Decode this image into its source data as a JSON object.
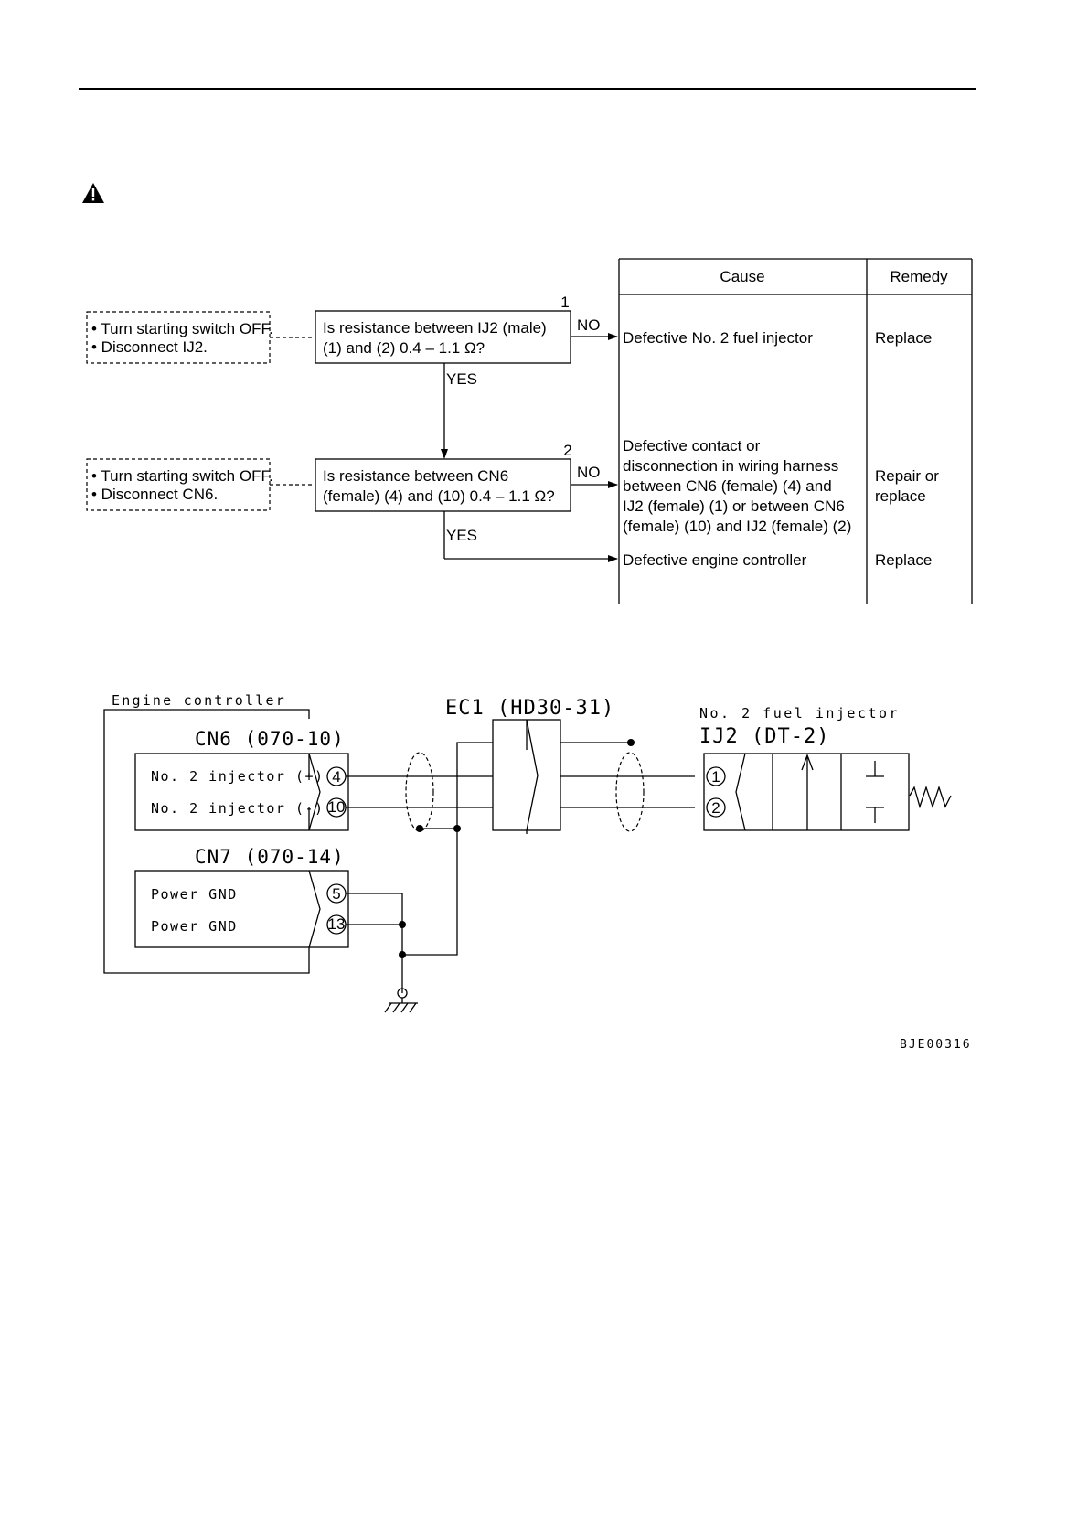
{
  "flowchart": {
    "header": {
      "cause": "Cause",
      "remedy": "Remedy"
    },
    "prep1": [
      "• Turn starting switch OFF.",
      "• Disconnect IJ2."
    ],
    "prep2": [
      "• Turn starting switch OFF.",
      "• Disconnect CN6."
    ],
    "step1": {
      "number": "1",
      "lines": [
        "Is resistance between IJ2 (male)",
        "(1) and (2) 0.4 – 1.1 Ω?"
      ]
    },
    "step2": {
      "number": "2",
      "lines": [
        "Is resistance between CN6",
        "(female) (4) and (10) 0.4 – 1.1 Ω?"
      ]
    },
    "yes": "YES",
    "no": "NO",
    "rows": [
      {
        "cause": [
          "Defective No. 2 fuel injector"
        ],
        "remedy": [
          "Replace"
        ]
      },
      {
        "cause": [
          "Defective contact or",
          "disconnection in wiring harness",
          "between CN6 (female) (4) and",
          "IJ2 (female) (1) or between CN6",
          "(female) (10) and IJ2 (female) (2)"
        ],
        "remedy": [
          "Repair or",
          "replace"
        ]
      },
      {
        "cause": [
          "Defective engine controller"
        ],
        "remedy": [
          "Replace"
        ]
      }
    ]
  },
  "circuit": {
    "engine_controller": "Engine controller",
    "cn6": "CN6 (070-10)",
    "cn7": "CN7 (070-14)",
    "ec1": "EC1 (HD30-31)",
    "injector_title": "No. 2 fuel injector",
    "ij2": "IJ2 (DT-2)",
    "cn6_pins": [
      {
        "label": "No. 2 injector (+)",
        "pin": "4"
      },
      {
        "label": "No. 2 injector (-)",
        "pin": "10"
      }
    ],
    "cn7_pins": [
      {
        "label": "Power GND",
        "pin": "5"
      },
      {
        "label": "Power GND",
        "pin": "13"
      }
    ],
    "ij2_pins": [
      "1",
      "2"
    ],
    "figure_code": "BJE00316"
  },
  "icons": {
    "warning": "warning-triangle-icon",
    "ground": "ground-icon",
    "coil": "coil-icon"
  }
}
